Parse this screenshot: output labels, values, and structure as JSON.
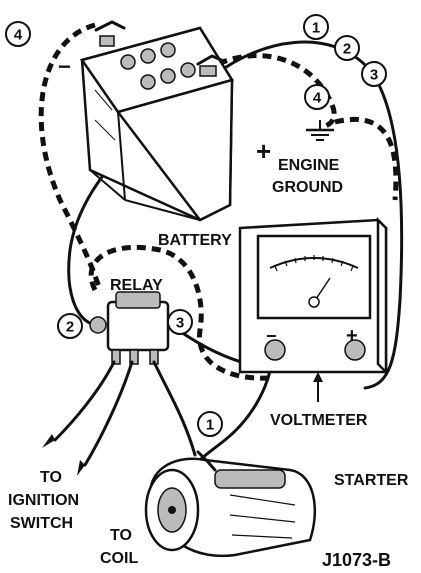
{
  "labels": {
    "battery": "BATTERY",
    "engine_ground_line1": "ENGINE",
    "engine_ground_line2": "GROUND",
    "relay": "RELAY",
    "voltmeter": "VOLTMETER",
    "starter": "STARTER",
    "to_ignition_1": "TO",
    "to_ignition_2": "IGNITION",
    "to_ignition_3": "SWITCH",
    "to_coil_1": "TO",
    "to_coil_2": "COIL",
    "figure_id": "J1073-B",
    "minus_sign": "−",
    "plus_sign": "+",
    "meter_minus": "−",
    "meter_plus": "+"
  },
  "callouts": {
    "c4_left": "4",
    "c1_top": "1",
    "c2_top": "2",
    "c3_top": "3",
    "c4_right": "4",
    "c2_relay": "2",
    "c3_relay": "3",
    "c1_starter": "1"
  }
}
